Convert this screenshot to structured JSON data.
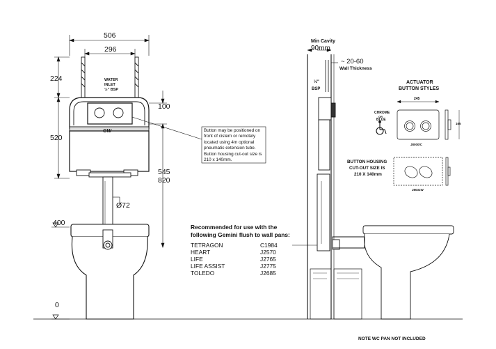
{
  "left_view": {
    "dim_width": "506",
    "dim_bracket": "296",
    "dim_top": "224",
    "dim_cistern": "520",
    "dim_button": "100",
    "dim_545": "545",
    "dim_820": "820",
    "dim_pipe": "Ø72",
    "dim_400": "400",
    "dim_0": "0",
    "water_inlet": [
      "WATER",
      "INLET",
      "½\" BSP"
    ],
    "brand": "GW",
    "callout_note": "Button may be positioned on front of cistern or remotely located using 4m optional pneumatic extension tube. Button housing cut-out size is 210 x 140mm."
  },
  "recommendation": {
    "heading_line1": "Recommended for use with the",
    "heading_line2": "following Gemini flush to wall pans:",
    "pans": [
      {
        "name": "TETRAGON",
        "code": "C1984"
      },
      {
        "name": "HEART",
        "code": "J2570"
      },
      {
        "name": "LIFE",
        "code": "J2765"
      },
      {
        "name": "LIFE ASSIST",
        "code": "J2775"
      },
      {
        "name": "TOLEDO",
        "code": "J2685"
      }
    ]
  },
  "right_view": {
    "min_cavity_label": "Min Cavity",
    "min_cavity_value": "90mm",
    "wall_range": "~ 20-60",
    "wall_thickness": "Wall Thickness",
    "bsp_fraction": "½\"",
    "bsp": "BSP",
    "footer_note": "NOTE WC PAN NOT INCLUDED"
  },
  "actuator": {
    "title_line1": "ACTUATOR",
    "title_line2": "BUTTON STYLES",
    "dim_245": "245",
    "dim_165": "165",
    "finish_line1": "CHROME",
    "finish_line2": "OR",
    "finish_line3": "BLUE",
    "code1": "J8000/C",
    "housing_line1": "BUTTON HOUSING",
    "housing_line2": "CUT-OUT SIZE IS",
    "housing_line3": "210 X 140mm",
    "code2": "J8031W"
  },
  "colors": {
    "line": "#111111",
    "fill": "#f4f4f4",
    "dark": "#1a1a1a"
  }
}
